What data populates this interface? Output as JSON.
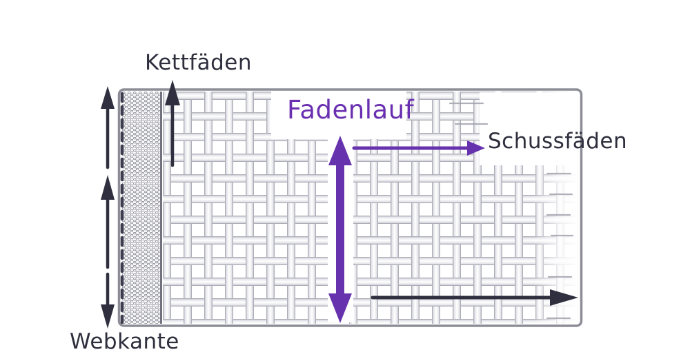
{
  "diagram": {
    "labels": {
      "kettfaeden": "Kettfäden",
      "fadenlauf": "Fadenlauf",
      "schussfaeden": "Schussfäden",
      "webkante": "Webkante"
    },
    "colors": {
      "accent_purple": "#6a2fb0",
      "ink_dark": "#2e2e3d",
      "thread_gray": "#8b8b96",
      "border_gray": "#8d8d97",
      "selvedge_dot_gray": "#8e8e99"
    },
    "icons": {
      "kettfaeden_arrow": "up-arrow",
      "grainline_arrow": "vertical-double-arrow",
      "schussfaeden_arrow": "right-arrow",
      "weft_direction_arrow": "right-arrow",
      "selvedge_arrow_top": "up-arrow",
      "selvedge_arrow_middle": "up-arrow",
      "selvedge_arrow_bottom": "down-arrow"
    }
  }
}
